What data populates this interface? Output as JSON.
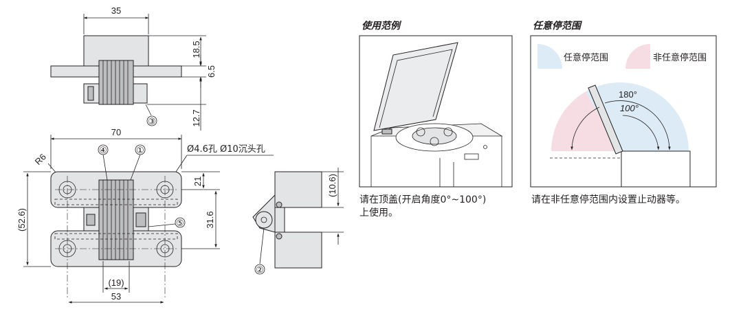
{
  "top_view": {
    "width_dim": "35",
    "height_dims": [
      "18.5",
      "6.5",
      "12.7"
    ],
    "callout_3": "③"
  },
  "front_view": {
    "width_dim": "70",
    "radius": "R6",
    "hole_spec": "Ø4.6孔  Ø10沉头孔",
    "height_dims": [
      "(52.6)",
      "21",
      "31.6"
    ],
    "bottom_dims": [
      "(19)",
      "53"
    ],
    "callouts": [
      "④",
      "①",
      "⑤"
    ]
  },
  "side_view": {
    "dim": "(10.6)",
    "callout_2": "②"
  },
  "usage": {
    "heading": "使用范例",
    "caption_lines": [
      "请在顶盖(开启角度0°~100°)",
      "上使用。"
    ]
  },
  "stop_range": {
    "heading": "任意停范围",
    "legend_any": "任意停范围",
    "legend_non": "非任意停范围",
    "angle_outer": "180°",
    "angle_inner": "100°",
    "caption": "请在非任意停范围内设置止动器等。",
    "colors": {
      "any": "#dcebf6",
      "non": "#f6dde4"
    }
  }
}
